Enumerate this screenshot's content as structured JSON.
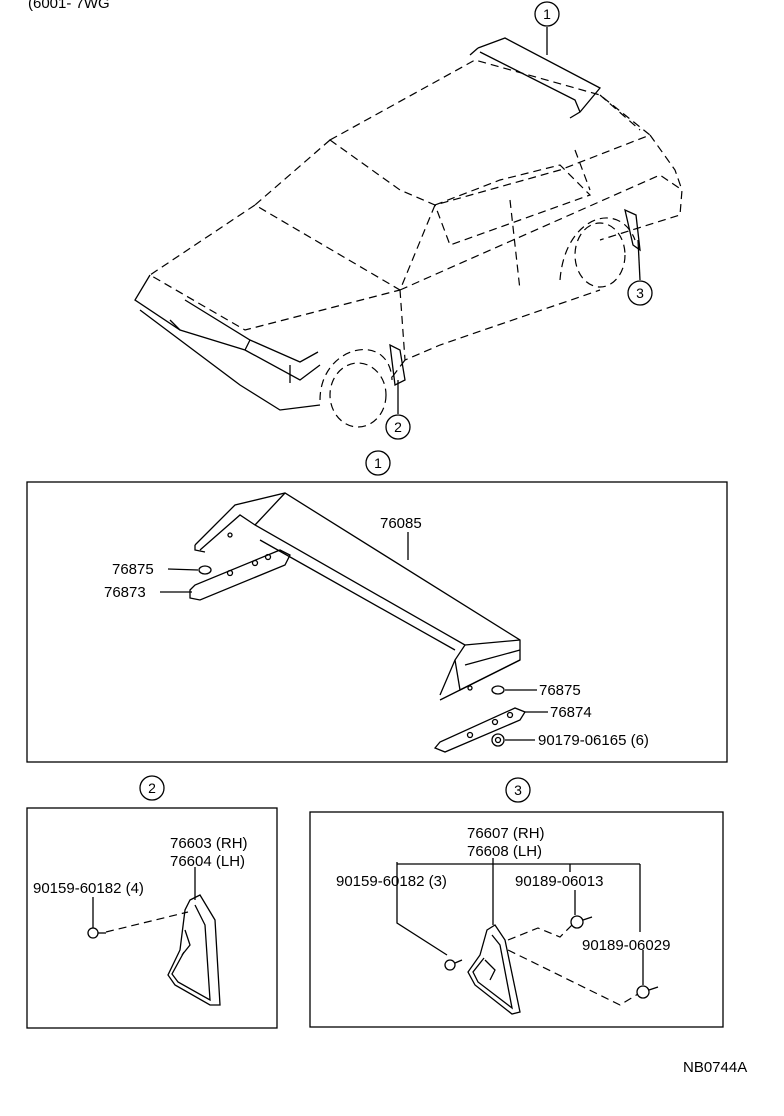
{
  "header_fragment": "(6001-      7WG",
  "figure_code": "NB0744A",
  "callouts": [
    "1",
    "2",
    "3"
  ],
  "section1": {
    "number": "1",
    "parts": {
      "spoiler": "76085",
      "spacer_lh": "76875",
      "bracket_lh": "76873",
      "spacer_rh": "76875",
      "bracket_rh": "76874",
      "nut": "90179-06165 (6)"
    }
  },
  "section2": {
    "number": "2",
    "part_rh": "76603 (RH)",
    "part_lh": "76604 (LH)",
    "screw": "90159-60182 (4)"
  },
  "section3": {
    "number": "3",
    "part_rh": "76607 (RH)",
    "part_lh": "76608 (LH)",
    "screw": "90159-60182 (3)",
    "clip_a": "90189-06013",
    "clip_b": "90189-06029"
  }
}
